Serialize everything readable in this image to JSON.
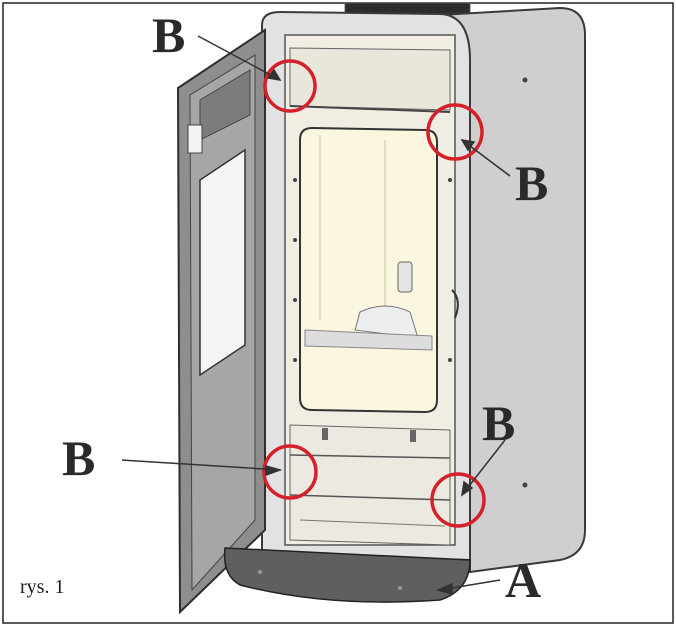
{
  "caption": "rys. 1",
  "labels": {
    "top_left": "B",
    "top_right": "B",
    "bottom_left": "B",
    "bottom_right": "B",
    "bottom_front": "A"
  },
  "colors": {
    "highlight_circle": "#d4202a",
    "stove_body": "#c9c9c9",
    "stove_outline": "#3a3a3a",
    "glass": "#faf6df",
    "door": "#8e8e8e"
  }
}
